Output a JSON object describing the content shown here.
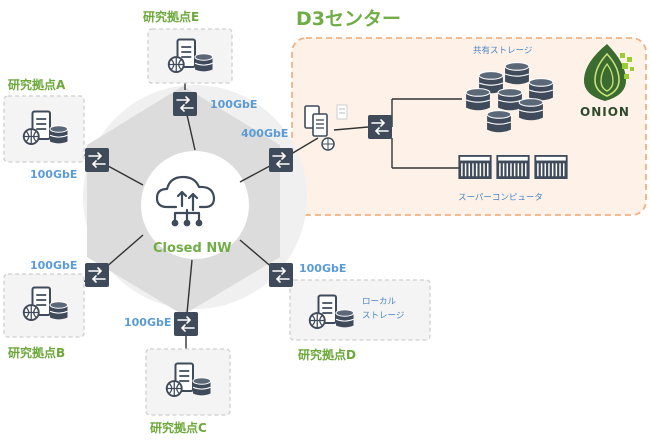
{
  "title": "D3センター",
  "core": {
    "label": "Closed NW"
  },
  "sites": [
    {
      "name": "研究拠点A",
      "speed": "100GbE"
    },
    {
      "name": "研究拠点B",
      "speed": "100GbE"
    },
    {
      "name": "研究拠点C",
      "speed": "100GbE"
    },
    {
      "name": "研究拠点D",
      "speed": "100GbE",
      "storage_label": "ローカル\nストレージ"
    },
    {
      "name": "研究拠点E",
      "speed": "100GbE"
    }
  ],
  "d3_center": {
    "link_speed": "400GbE",
    "shared_storage": "共有ストレージ",
    "supercomputer": "スーパーコンピュータ",
    "logo_text": "ONION"
  },
  "colors": {
    "hexagon": "#e2e2e2",
    "site_label": "#6ca83a",
    "speed": "#5b9bd5",
    "d3_border": "#f4b183",
    "d3_fill": "#fdf1e8",
    "device": "#3f4b5b"
  }
}
